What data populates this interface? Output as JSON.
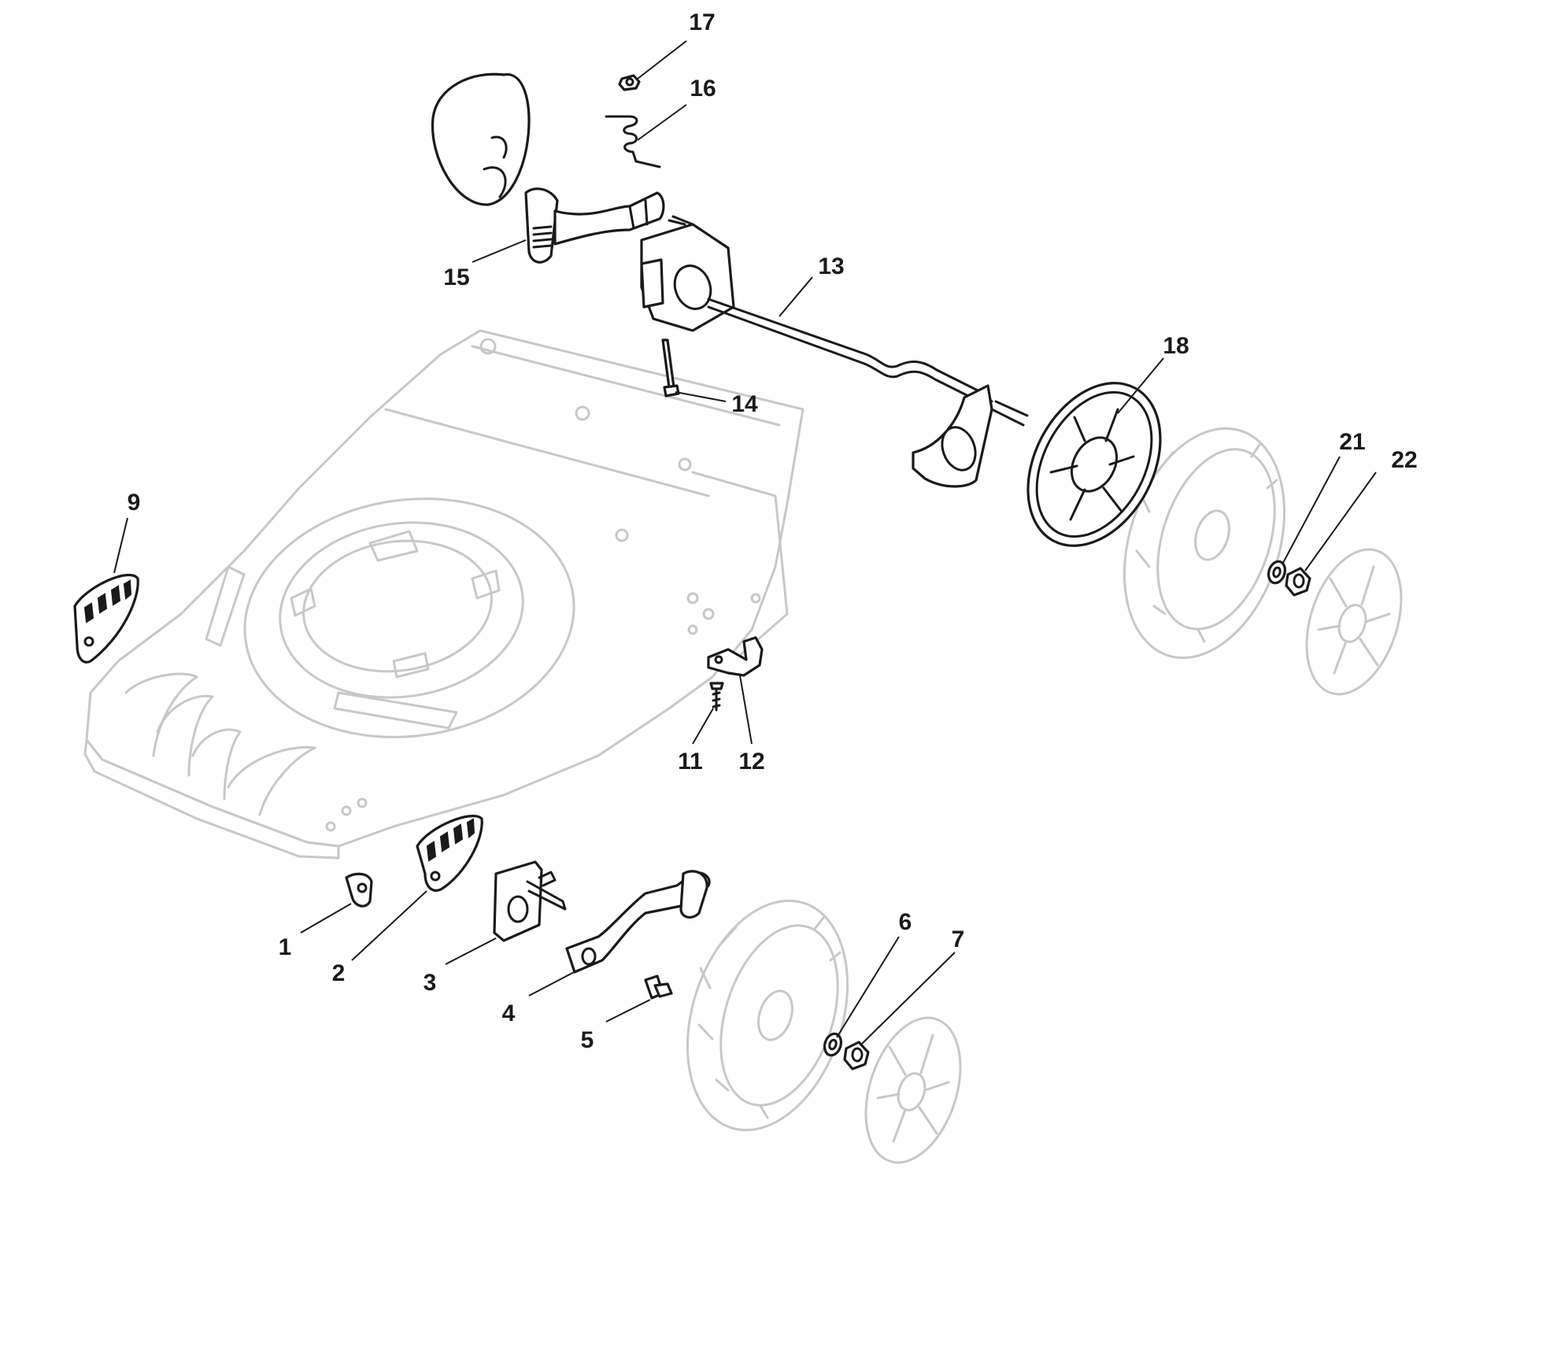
{
  "diagram": {
    "callouts": [
      {
        "id": "c1",
        "label": "1"
      },
      {
        "id": "c2",
        "label": "2"
      },
      {
        "id": "c3",
        "label": "3"
      },
      {
        "id": "c4",
        "label": "4"
      },
      {
        "id": "c5",
        "label": "5"
      },
      {
        "id": "c6",
        "label": "6"
      },
      {
        "id": "c7",
        "label": "7"
      },
      {
        "id": "c9",
        "label": "9"
      },
      {
        "id": "c11",
        "label": "11"
      },
      {
        "id": "c12",
        "label": "12"
      },
      {
        "id": "c13",
        "label": "13"
      },
      {
        "id": "c14",
        "label": "14"
      },
      {
        "id": "c15",
        "label": "15"
      },
      {
        "id": "c16",
        "label": "16"
      },
      {
        "id": "c17",
        "label": "17"
      },
      {
        "id": "c18",
        "label": "18"
      },
      {
        "id": "c21",
        "label": "21"
      },
      {
        "id": "c22",
        "label": "22"
      }
    ]
  }
}
